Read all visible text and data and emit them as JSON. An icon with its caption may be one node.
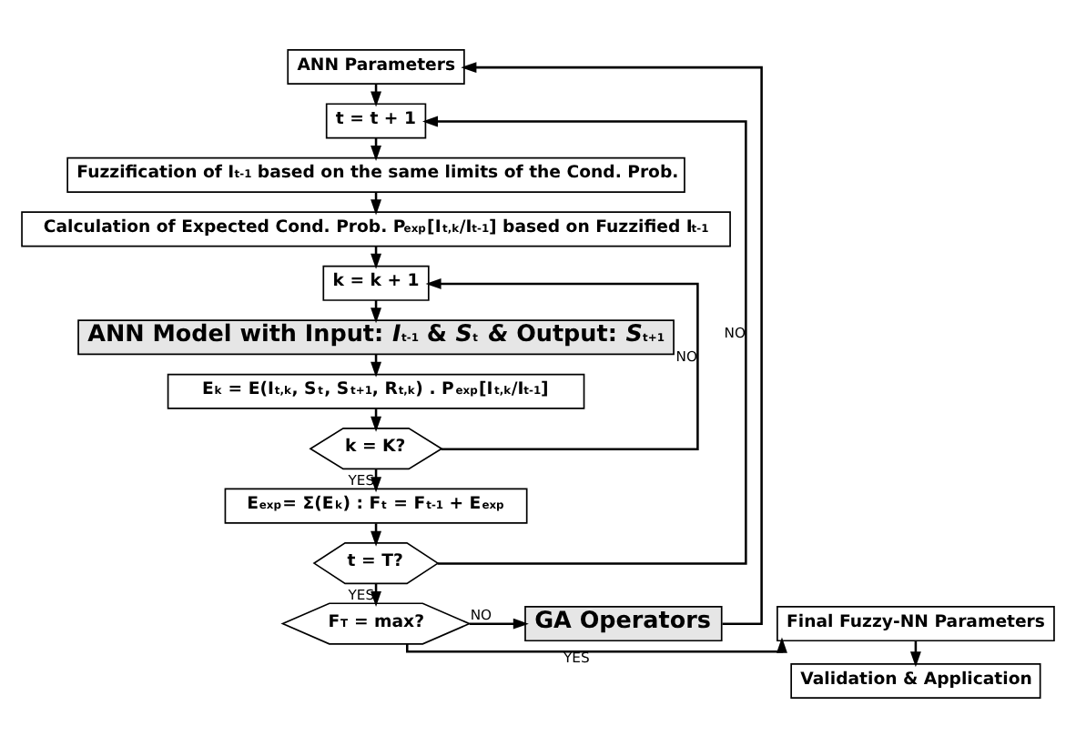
{
  "diagram": {
    "nodes": [
      {
        "text": [
          "ANN Parameters"
        ]
      },
      {
        "text": [
          "t = t + 1"
        ]
      },
      {
        "text": [
          "Fuzzification of I$_{t-1}$ based on the same limits of the Cond. Prob."
        ]
      },
      {
        "text": [
          "Calculation of Expected Cond. Prob. P$_{exp}$[I$_{t,k}$/I$_{t-1}$] based on Fuzzified I$_{t-1}$"
        ]
      },
      {
        "text": [
          "k = k + 1"
        ]
      },
      {
        "text": [
          "ANN Model with Input: *I*$_{t-1}$ & *S*$_{t}$ *&* Output: *S*$_{t+1}$"
        ]
      },
      {
        "text": [
          "E$_{k}$ = E(I$_{t,k}$, S$_{t}$, S$_{t+1}$, R$_{t,k}$) . P$_{exp}$[I$_{t,k}$/I$_{t-1}$]"
        ]
      },
      {
        "text": [
          "k = K?"
        ]
      },
      {
        "text": [
          "E$_{exp}$= Σ(E$_{k}$) : F$_{t}$ = F$_{t-1}$ + E$_{exp}$"
        ]
      },
      {
        "text": [
          "t = T?"
        ]
      },
      {
        "text": [
          "F$_{T}$ = max?"
        ]
      },
      {
        "text": [
          "Final Fuzzy-NN Parameters"
        ]
      },
      {
        "text": [
          "Validation & Application"
        ]
      },
      {
        "text": [
          "GA Operators"
        ]
      }
    ],
    "edges": [
      {
        "from": 0,
        "to": 1,
        "arrow": "to"
      },
      {
        "from": 1,
        "to": 2,
        "arrow": "to"
      },
      {
        "from": 2,
        "to": 3,
        "arrow": "to"
      },
      {
        "from": 3,
        "to": 4,
        "arrow": "to"
      },
      {
        "from": 4,
        "to": 5,
        "arrow": "to"
      },
      {
        "from": 5,
        "to": 6,
        "arrow": "to"
      },
      {
        "from": 6,
        "to": 7,
        "arrow": "to"
      },
      {
        "from": 7,
        "to": 4,
        "arrow": "to",
        "label": "NO"
      },
      {
        "from": 7,
        "to": 8,
        "arrow": "to",
        "label": "YES"
      },
      {
        "from": 8,
        "to": 9,
        "arrow": "to"
      },
      {
        "from": 9,
        "to": 1,
        "arrow": "to",
        "label": "NO"
      },
      {
        "from": 9,
        "to": 10,
        "arrow": "to",
        "label": "YES"
      },
      {
        "from": 10,
        "to": 11,
        "arrow": "to",
        "label": "YES"
      },
      {
        "from": 10,
        "to": 13,
        "arrow": "to",
        "label": "NO"
      },
      {
        "from": 11,
        "to": 12,
        "arrow": "to"
      },
      {
        "from": 13,
        "to": 0,
        "arrow": "to"
      }
    ]
  }
}
